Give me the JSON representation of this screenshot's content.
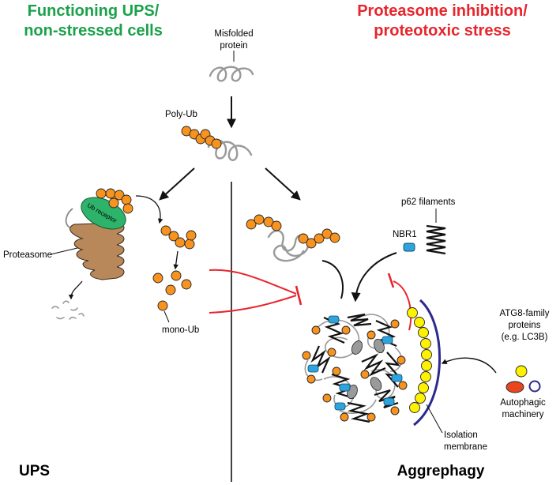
{
  "colors": {
    "green_header": "#1aa14a",
    "red_header": "#e8242c",
    "ubiquitin": "#f7931e",
    "proteasome": "#b8875a",
    "ub_receptor": "#2eb36a",
    "nbr1": "#2ea3dc",
    "atg8": "#fff200",
    "membrane": "#2b2a8c",
    "inhibit": "#e8242c",
    "autophagic_red": "#e8461e"
  },
  "headers": {
    "left_line1": "Functioning UPS/",
    "left_line2": "non-stressed cells",
    "right_line1": "Proteasome inhibition/",
    "right_line2": "proteotoxic stress"
  },
  "labels": {
    "misfolded_line1": "Misfolded",
    "misfolded_line2": "protein",
    "poly_ub": "Poly-Ub",
    "ub_receptor": "Ub receptor",
    "proteasome": "Proteasome",
    "mono_ub": "mono-Ub",
    "p62_filaments": "p62 filaments",
    "nbr1": "NBR1",
    "atg8_line1": "ATG8-family",
    "atg8_line2": "proteins",
    "atg8_line3": "(e.g. LC3B)",
    "autophagic_line1": "Autophagic",
    "autophagic_line2": "machinery",
    "isolation_line1": "Isolation",
    "isolation_line2": "membrane"
  },
  "footers": {
    "left": "UPS",
    "right": "Aggrephagy"
  },
  "icons": [
    "misfolded-protein-icon",
    "poly-ub-chain-icon",
    "proteasome-icon",
    "ub-receptor-icon",
    "nbr1-icon",
    "p62-filament-icon",
    "aggregate-icon",
    "isolation-membrane-icon",
    "atg8-protein-icon",
    "autophagic-machinery-icon",
    "inhibition-arrow-icon"
  ]
}
